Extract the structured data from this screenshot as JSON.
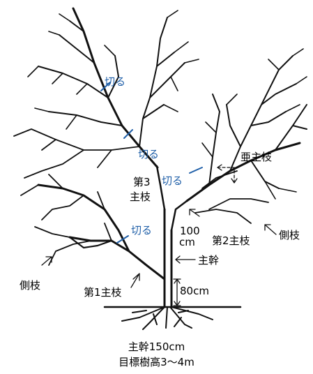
{
  "labels": {
    "cut": "切る",
    "third_main_line1": "第3",
    "third_main_line2": "主枝",
    "second_main": "第2主枝",
    "first_main": "第1主枝",
    "sub_main": "亜主枝",
    "side_branch": "側枝",
    "trunk": "主幹",
    "height_100": "100",
    "unit_cm": "cm",
    "height_80": "80cm"
  },
  "caption": {
    "line1": "主幹150cm",
    "line2": "目標樹高3～4m"
  },
  "colors": {
    "cut_mark": "#1f5fa8",
    "branch": "#111111"
  }
}
